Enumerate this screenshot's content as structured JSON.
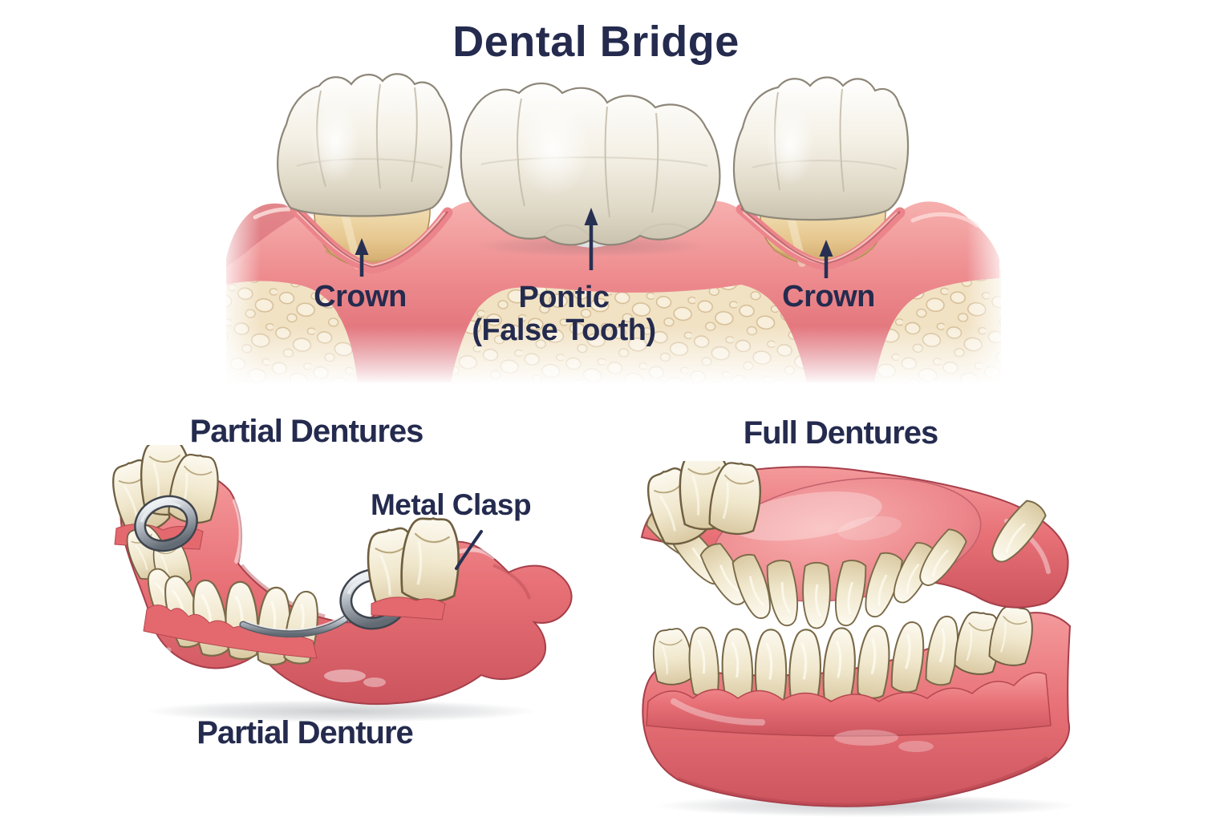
{
  "colors": {
    "label_navy": "#242b4e",
    "arrow_navy": "#273052",
    "gum_pink": "#ec8388",
    "gum_highlight": "#f8c6c2",
    "bone_cream": "#f1e2c4",
    "crown_white": "#f1ede1",
    "prepared_tooth_tan": "#e6c78f",
    "denture_coral": "#e4696f",
    "denture_tooth_cream": "#efe6cb",
    "metal_gray": "#9aa1ab",
    "background": "#ffffff"
  },
  "bridge_section": {
    "title": "Dental Bridge",
    "labels": {
      "crown_left": "Crown",
      "pontic_line1": "Pontic",
      "pontic_line2": "(False Tooth)",
      "crown_right": "Crown"
    }
  },
  "partial_section": {
    "title": "Partial Dentures",
    "clasp_label": "Metal Clasp",
    "caption": "Partial Denture"
  },
  "full_section": {
    "title": "Full Dentures"
  }
}
